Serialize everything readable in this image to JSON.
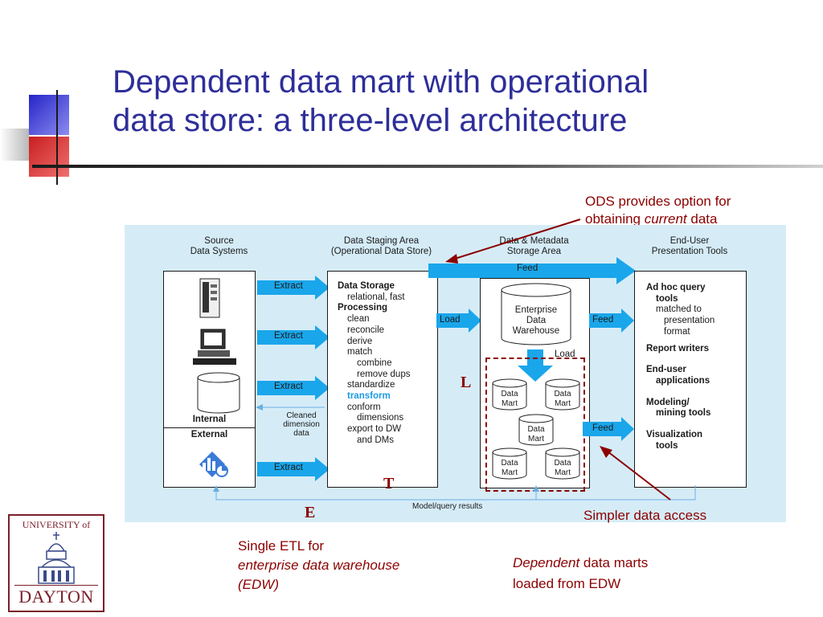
{
  "slide": {
    "title_line1": "Dependent data mart with operational",
    "title_line2": "data store: a three-level architecture"
  },
  "annotations": {
    "ods_line1": "ODS provides option for",
    "ods_line2_pre": "obtaining ",
    "ods_line2_em": "current",
    "ods_line2_post": " data",
    "simpler": "Simpler data access",
    "etl_line1": "Single ETL for",
    "etl_line2": "enterprise data warehouse",
    "etl_line3": "(EDW)",
    "dep_em": "Dependent",
    "dep_line1_post": " data marts",
    "dep_line2": "loaded from EDW"
  },
  "letters": {
    "e": "E",
    "t": "T",
    "l": "L"
  },
  "diagram": {
    "col_source": [
      "Source",
      "Data Systems"
    ],
    "col_staging": [
      "Data Staging Area",
      "(Operational Data Store)"
    ],
    "col_storage": [
      "Data & Metadata",
      "Storage Area"
    ],
    "col_enduser": [
      "End-User",
      "Presentation Tools"
    ],
    "internal": "Internal",
    "external": "External",
    "staging_items": [
      "Data Storage",
      "relational, fast",
      "Processing",
      "clean",
      "reconcile",
      "derive",
      "match",
      "combine",
      "remove dups",
      "standardize",
      "transform",
      "conform",
      "dimensions",
      "export to DW",
      "and DMs"
    ],
    "cleaned": [
      "Cleaned",
      "dimension",
      "data"
    ],
    "extract": "Extract",
    "load": "Load",
    "feed": "Feed",
    "edw": [
      "Enterprise",
      "Data",
      "Warehouse"
    ],
    "load_down": "Load",
    "mart_line1": "Data",
    "mart_line2": "Mart",
    "tools": [
      "Ad hoc query",
      "tools",
      "matched to",
      "presentation",
      "format",
      "Report writers",
      "End-user",
      "applications",
      "Modeling/",
      "mining tools",
      "Visualization",
      "tools"
    ],
    "model_results": "Model/query results"
  },
  "logo": {
    "top": "UNIVERSITY of",
    "bottom": "DAYTON"
  },
  "colors": {
    "title": "#2e2e9a",
    "annotation": "#8b0000",
    "panel": "#d5ecf7",
    "arrow": "#1aa6ea",
    "transform_text": "#1a9ae0",
    "accent_blue": "#3838c8",
    "accent_red": "#c41e1e"
  }
}
